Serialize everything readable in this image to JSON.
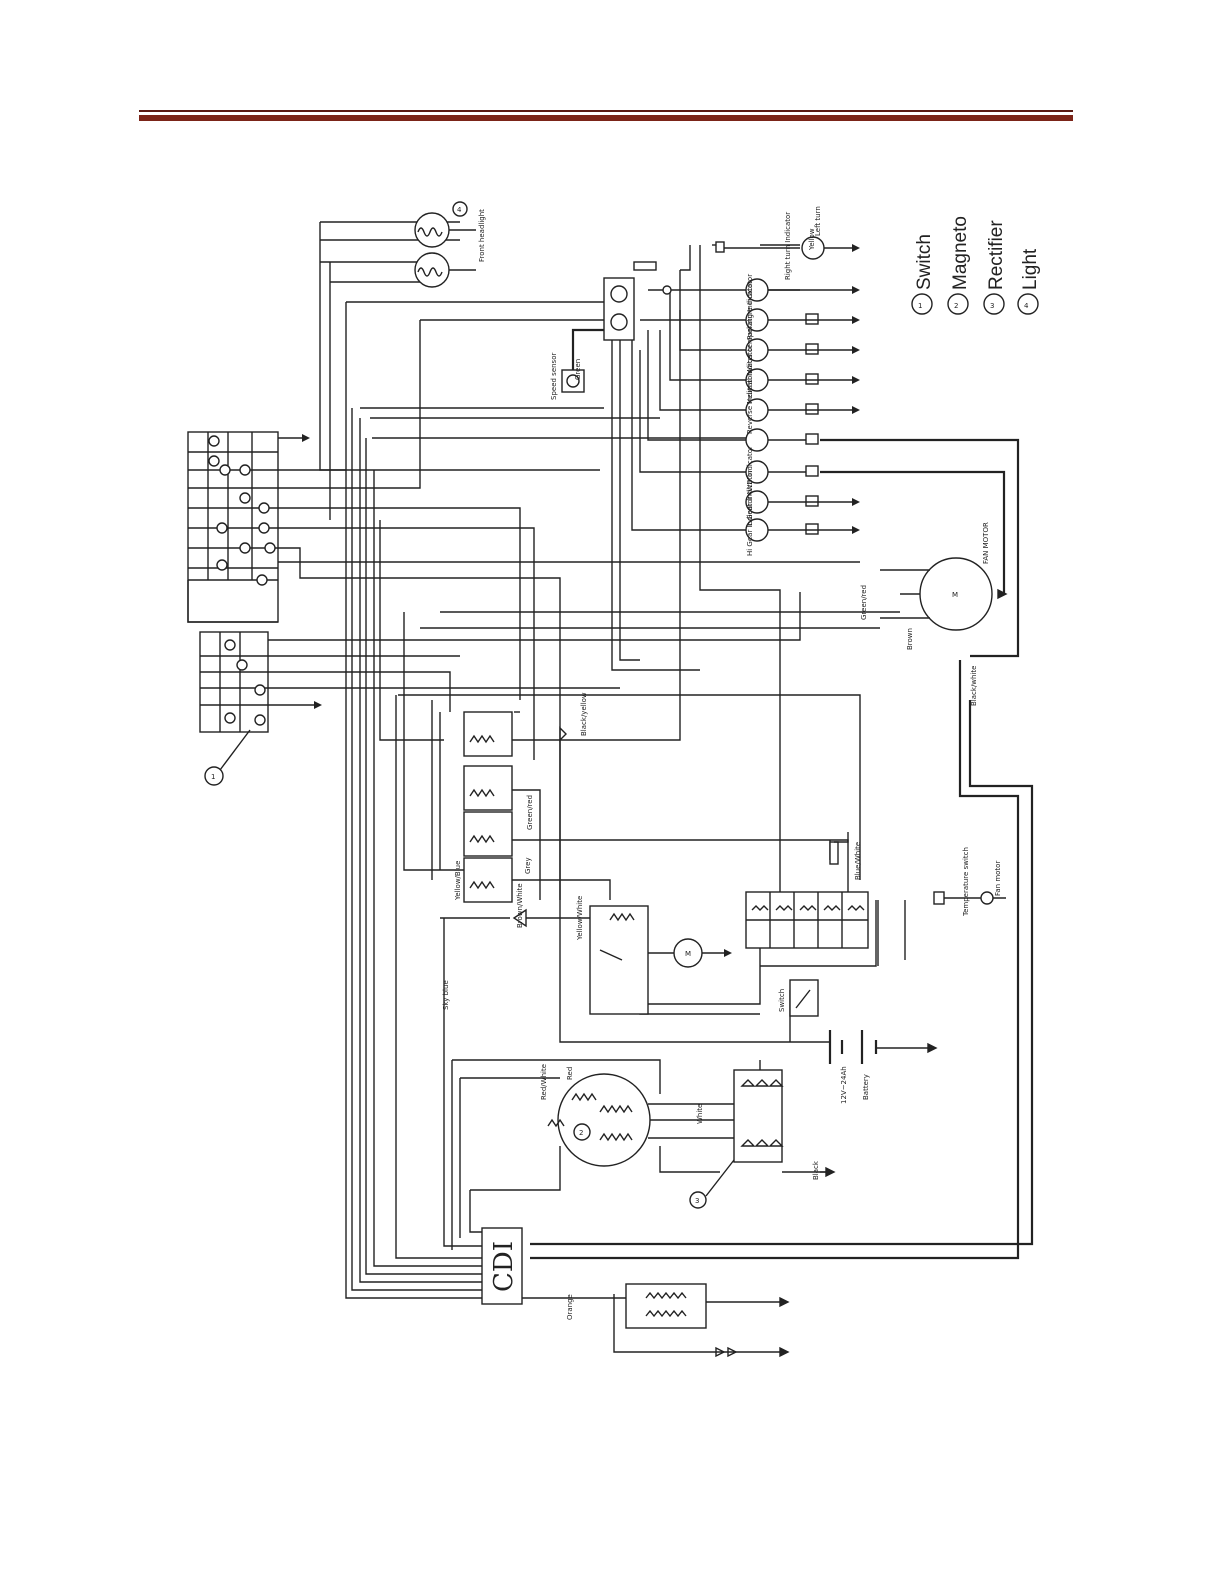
{
  "legend": {
    "items": [
      {
        "num": "1",
        "label": "Switch"
      },
      {
        "num": "2",
        "label": "Magneto"
      },
      {
        "num": "3",
        "label": "Rectifier"
      },
      {
        "num": "4",
        "label": "Light"
      }
    ]
  },
  "markers": {
    "switch": "1",
    "magneto": "2",
    "rectifier": "3",
    "light": "4"
  },
  "components": {
    "cdi": "CDI",
    "motor_m": "M",
    "motor_name": "FAN MOTOR",
    "magneto_num": "2",
    "battery": "Battery",
    "battery_rating": "12V~24Ah",
    "speed_sensor": "Speed sensor",
    "temperature_switch": "Temperature switch",
    "fan_motor": "Fan motor",
    "front_headlight": "Front headlight",
    "switch_label": "Switch"
  },
  "indicators": [
    "Hi Gear Indicator",
    "L Gear Indicator",
    "4WD Indicator",
    "Reverse Indicator",
    "Neutral Indicator",
    "Water temperature Indicator",
    "Parking Indicator",
    "Right turn Indicator",
    "Left turn"
  ],
  "wire_labels": [
    "Black",
    "Red",
    "Red/White",
    "Green",
    "Green/red",
    "Yellow",
    "Yellow/Blue",
    "Yellow/White",
    "White",
    "Orange",
    "Grey",
    "Brown",
    "Brown/White",
    "Blue/White",
    "Black/yellow",
    "Sky blue",
    "Green/red",
    "Black/white"
  ]
}
